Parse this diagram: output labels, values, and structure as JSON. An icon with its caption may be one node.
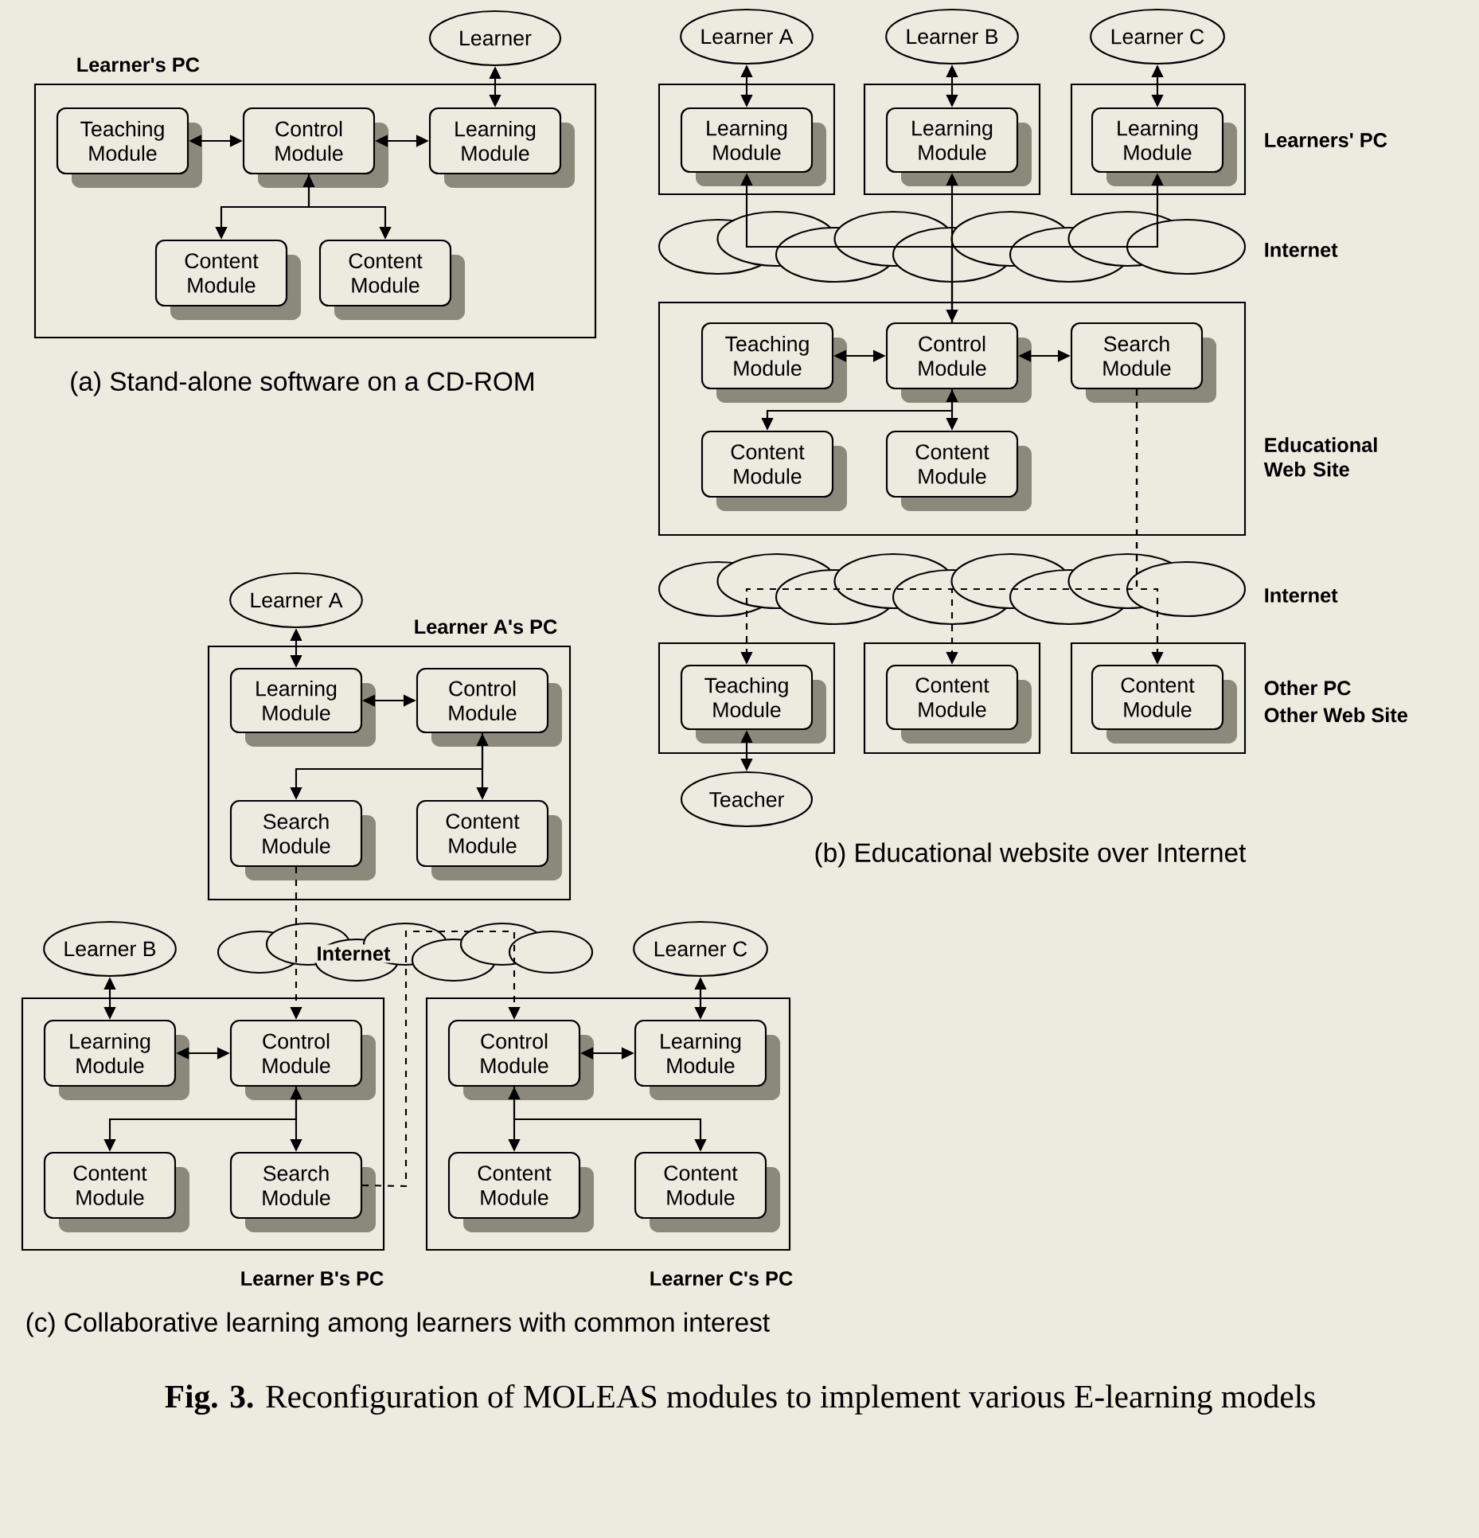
{
  "diagram": {
    "caption": "**Fig. 3.** Reconfiguration of MOLEAS modules to implement various E-learning models",
    "nodes": [
      {
        "text": [
          "Learner"
        ]
      },
      {
        "text": [
          "Learner's PC"
        ]
      },
      {
        "text": [
          "Teaching Module"
        ],
        "in": 1
      },
      {
        "text": [
          "Control Module"
        ],
        "in": 1
      },
      {
        "text": [
          "Learning Module"
        ],
        "in": 1
      },
      {
        "text": [
          "Content Module"
        ],
        "in": 1
      },
      {
        "text": [
          "Content Module"
        ],
        "in": 1
      },
      {
        "text": [
          "Learner A"
        ]
      },
      {
        "text": [
          "Learner B"
        ]
      },
      {
        "text": [
          "Learner C"
        ]
      },
      {
        "text": [],
        "shape": "box"
      },
      {
        "text": [
          "Learning Module"
        ],
        "in": 10
      },
      {
        "text": [],
        "shape": "box"
      },
      {
        "text": [
          "Learning Module"
        ],
        "in": 12
      },
      {
        "text": [],
        "shape": "box"
      },
      {
        "text": [
          "Learning Module"
        ],
        "in": 14
      },
      {
        "text": [
          "Internet"
        ]
      },
      {
        "text": [
          "Educational Web Site"
        ]
      },
      {
        "text": [
          "Teaching Module"
        ],
        "in": 17
      },
      {
        "text": [
          "Control Module"
        ],
        "in": 17
      },
      {
        "text": [
          "Search Module"
        ],
        "in": 17
      },
      {
        "text": [
          "Content Module"
        ],
        "in": 17
      },
      {
        "text": [
          "Content Module"
        ],
        "in": 17
      },
      {
        "text": [
          "Internet"
        ]
      },
      {
        "text": [],
        "shape": "box"
      },
      {
        "text": [
          "Teaching Module"
        ],
        "in": 24
      },
      {
        "text": [],
        "shape": "box"
      },
      {
        "text": [
          "Content Module"
        ],
        "in": 26
      },
      {
        "text": [],
        "shape": "box"
      },
      {
        "text": [
          "Content Module"
        ],
        "in": 28
      },
      {
        "text": [
          "Teacher"
        ]
      },
      {
        "text": [
          "Learner A"
        ]
      },
      {
        "text": [
          "Learner A's PC"
        ]
      },
      {
        "text": [
          "Learning Module"
        ],
        "in": 32
      },
      {
        "text": [
          "Control Module"
        ],
        "in": 32
      },
      {
        "text": [
          "Search Module"
        ],
        "in": 32
      },
      {
        "text": [
          "Content Module"
        ],
        "in": 32
      },
      {
        "text": [
          "Learner B"
        ]
      },
      {
        "text": [
          "Internet"
        ]
      },
      {
        "text": [
          "Learner C"
        ]
      },
      {
        "text": [
          "Learner B's PC"
        ]
      },
      {
        "text": [
          "Learning Module"
        ],
        "in": 40
      },
      {
        "text": [
          "Control Module"
        ],
        "in": 40
      },
      {
        "text": [
          "Content Module"
        ],
        "in": 40
      },
      {
        "text": [
          "Search Module"
        ],
        "in": 40
      },
      {
        "text": [
          "Learner C's PC"
        ]
      },
      {
        "text": [
          "Control Module"
        ],
        "in": 45
      },
      {
        "text": [
          "Learning Module"
        ],
        "in": 45
      },
      {
        "text": [
          "Content Module"
        ],
        "in": 45
      },
      {
        "text": [
          "Content Module"
        ],
        "in": 45
      }
    ],
    "edges": [
      {
        "from": 0,
        "to": 4,
        "arrow": "both"
      },
      {
        "from": 2,
        "to": 3,
        "arrow": "both"
      },
      {
        "from": 3,
        "to": 4,
        "arrow": "both"
      },
      {
        "from": 3,
        "to": 5,
        "arrow": "both"
      },
      {
        "from": 3,
        "to": 6,
        "arrow": "to"
      },
      {
        "from": 7,
        "to": 11,
        "arrow": "both"
      },
      {
        "from": 8,
        "to": 13,
        "arrow": "both"
      },
      {
        "from": 9,
        "to": 15,
        "arrow": "both"
      },
      {
        "from": 19,
        "to": 11,
        "arrow": "to"
      },
      {
        "from": 13,
        "to": 19,
        "arrow": "both"
      },
      {
        "from": 19,
        "to": 15,
        "arrow": "to"
      },
      {
        "from": 18,
        "to": 19,
        "arrow": "both"
      },
      {
        "from": 19,
        "to": 20,
        "arrow": "both"
      },
      {
        "from": 19,
        "to": 21,
        "arrow": "to"
      },
      {
        "from": 19,
        "to": 22,
        "arrow": "both"
      },
      {
        "from": 20,
        "to": 25,
        "arrow": "to",
        "style": "dashed"
      },
      {
        "from": 20,
        "to": 27,
        "arrow": "to",
        "style": "dashed"
      },
      {
        "from": 20,
        "to": 29,
        "arrow": "to",
        "style": "dashed"
      },
      {
        "from": 25,
        "to": 30,
        "arrow": "both"
      },
      {
        "from": 31,
        "to": 33,
        "arrow": "both"
      },
      {
        "from": 33,
        "to": 34,
        "arrow": "both"
      },
      {
        "from": 34,
        "to": 35,
        "arrow": "to"
      },
      {
        "from": 34,
        "to": 36,
        "arrow": "both"
      },
      {
        "from": 35,
        "to": 42,
        "arrow": "to",
        "style": "dashed"
      },
      {
        "from": 37,
        "to": 41,
        "arrow": "both"
      },
      {
        "from": 41,
        "to": 42,
        "arrow": "both"
      },
      {
        "from": 42,
        "to": 43,
        "arrow": "to"
      },
      {
        "from": 42,
        "to": 44,
        "arrow": "both"
      },
      {
        "from": 44,
        "to": 46,
        "arrow": "to",
        "style": "dashed"
      },
      {
        "from": 39,
        "to": 47,
        "arrow": "both"
      },
      {
        "from": 46,
        "to": 47,
        "arrow": "both"
      },
      {
        "from": 46,
        "to": 48,
        "arrow": "both"
      },
      {
        "from": 46,
        "to": 49,
        "arrow": "to"
      }
    ],
    "labels": [
      "Learners' PC",
      "Other PC",
      "Other Web Site",
      "(a) Stand-alone software on a CD-ROM",
      "(b) Educational website over Internet",
      "(c) Collaborative learning among learners with common interest"
    ]
  }
}
